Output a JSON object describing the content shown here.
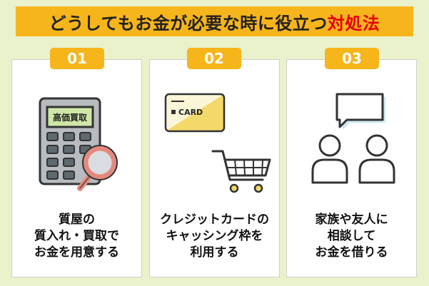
{
  "title": {
    "main": "どうしてもお金が必要な時に役立つ",
    "accent": "対処法"
  },
  "colors": {
    "accent_red": "#e60012",
    "badge_orange": "#f7b51c",
    "background_green": "#eaf2cb"
  },
  "cards": [
    {
      "number": "01",
      "lines": [
        "質屋の",
        "質入れ・買取で",
        "お金を用意する"
      ],
      "sign_text": "高価買取",
      "icon": "calculator-magnifier-icon"
    },
    {
      "number": "02",
      "lines": [
        "クレジットカードの",
        "キャッシング枠を",
        "利用する"
      ],
      "card_text": "CARD",
      "icon": "credit-card-cart-icon"
    },
    {
      "number": "03",
      "lines": [
        "家族や友人に",
        "相談して",
        "お金を借りる"
      ],
      "icon": "people-chat-icon"
    }
  ]
}
